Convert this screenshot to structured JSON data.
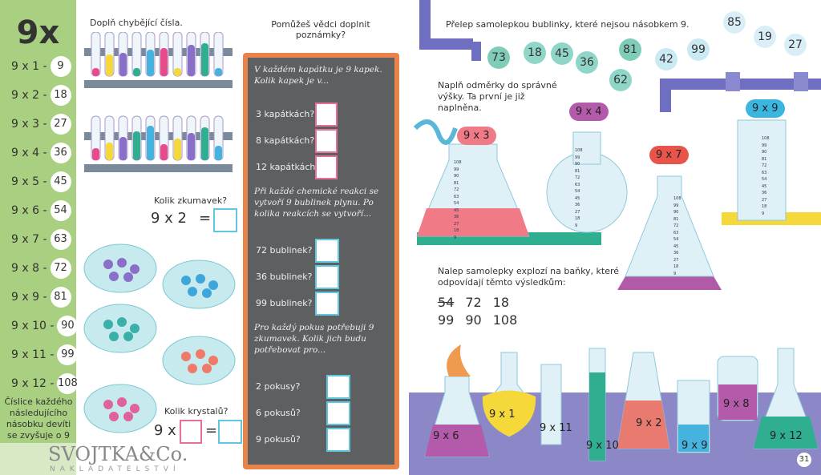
{
  "left": {
    "title": "9x",
    "table": [
      {
        "q": "9 x 1 -",
        "a": "9"
      },
      {
        "q": "9 x 2 -",
        "a": "18"
      },
      {
        "q": "9 x 3 -",
        "a": "27"
      },
      {
        "q": "9 x 4 -",
        "a": "36"
      },
      {
        "q": "9 x 5 -",
        "a": "45"
      },
      {
        "q": "9 x 6 -",
        "a": "54"
      },
      {
        "q": "9 x 7 -",
        "a": "63"
      },
      {
        "q": "9 x 8 -",
        "a": "72"
      },
      {
        "q": "9 x 9 -",
        "a": "81"
      },
      {
        "q": "9 x 10 -",
        "a": "90"
      },
      {
        "q": "9 x 11 -",
        "a": "99"
      },
      {
        "q": "9 x 12 -",
        "a": "108"
      }
    ],
    "note": "Číslice každého následujícího násobku devíti se zvyšuje o 9",
    "fill_title": "Doplň chybějící čísla.",
    "tubes_q": "Kolik zkumavek?",
    "tubes_eq": "9 x 2",
    "equals": "=",
    "crystals_q": "Kolik krystalů?",
    "crystals_eq": "9 x",
    "logo": "SVOJTKA&Co.",
    "logo_sub": "NAKLADATELSTVÍ"
  },
  "board": {
    "heading": "Pomůžeš vědci doplnit poznámky?",
    "s1": "V každém kapátku je 9 kapek. Kolik kapek je v...",
    "s1_items": [
      "3 kapátkách?",
      "8 kapátkách?",
      "12 kapátkách?"
    ],
    "s2": "Při každé chemické reakci se vytvoří 9 bublinek plynu. Po kolika reakcích se vytvoří...",
    "s2_items": [
      "72 bublinek?",
      "36 bublinek?",
      "99 bublinek?"
    ],
    "s3": "Pro každý pokus potřebuji 9 zkumavek. Kolik jich budu potřebovat pro...",
    "s3_items": [
      "2 pokusy?",
      "6 pokusů?",
      "9 pokusů?"
    ]
  },
  "right": {
    "bubbles_title": "Přelep samolepkou bublinky, které nejsou násobkem 9.",
    "bubbles": [
      "73",
      "18",
      "45",
      "36",
      "81",
      "62",
      "42",
      "99",
      "85",
      "19",
      "27"
    ],
    "cyl_title": "Naplň odměrky do správné výšky. Ta první je již naplněna.",
    "cylinders": [
      "9 x 3",
      "9 x 4",
      "9 x 7",
      "9 x 9"
    ],
    "scale": [
      "108",
      "99",
      "90",
      "81",
      "72",
      "63",
      "54",
      "45",
      "36",
      "27",
      "18",
      "9"
    ],
    "explode_title": "Nalep samolepky explozí na baňky, které odpovídají těmto výsledkům:",
    "results_row1": [
      "54",
      "72",
      "18"
    ],
    "results_row2": [
      "99",
      "90",
      "108"
    ],
    "flasks": [
      "9 x 6",
      "9 x 1",
      "9 x 11",
      "9 x 10",
      "9 x 2",
      "9 x 9",
      "9 x 8",
      "9 x 12"
    ],
    "page_number": "31"
  }
}
